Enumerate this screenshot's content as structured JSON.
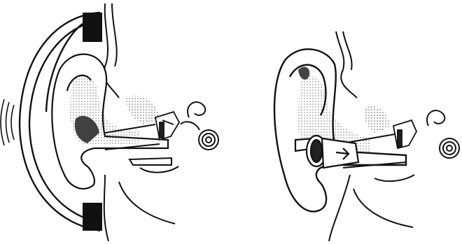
{
  "figures": [
    {
      "id": "left",
      "device": "over-ear-headphone-cup",
      "labels": []
    },
    {
      "id": "right",
      "device": "in-ear-earplug",
      "labels": []
    }
  ],
  "colors": {
    "ink": "#111111",
    "paper": "#ffffff",
    "shade": "#222222"
  },
  "icons": [
    "sound-wave-icon",
    "cochlea-icon"
  ]
}
